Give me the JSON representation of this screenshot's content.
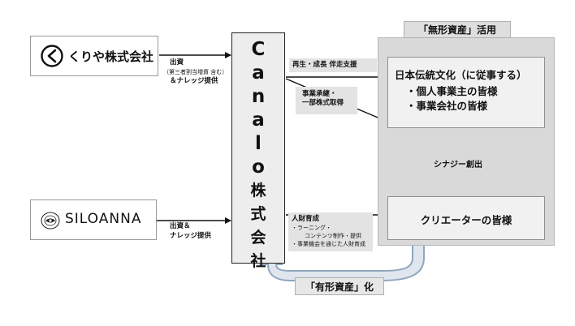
{
  "kuriya": {
    "name": "くりや株式会社"
  },
  "siloanna": {
    "name": "SILOANNA"
  },
  "canalo": {
    "chars": [
      "C",
      "a",
      "n",
      "a",
      "l",
      "o",
      "株",
      "式",
      "会",
      "社"
    ]
  },
  "left_labels": {
    "kuriya_l1": "出資",
    "kuriya_l2": "（第三者割当増資 含む）",
    "kuriya_l3": "＆ナレッジ提供",
    "siloanna_l1": "出資＆",
    "siloanna_l2": "ナレッジ提供"
  },
  "middle_labels": {
    "support": "再生・成長 伴走支援",
    "succession_l1": "事業承継・",
    "succession_l2": "一部株式取得",
    "talent_title": "人財育成",
    "talent_i1": "・ラーニング・",
    "talent_i2": "コンテンツ制作・提供",
    "talent_i3": "・事業機会を通じた人財育成"
  },
  "right_panel": {
    "intangible_tag": "「無形資産」活用",
    "culture_l1": "日本伝統文化（に従事する）",
    "culture_l2": "・個人事業主の皆様",
    "culture_l3": "・事業会社の皆様",
    "synergy": "シナジー創出",
    "creators": "クリエーターの皆様"
  },
  "bottom": {
    "tangible_tag": "「有形資産」化"
  },
  "colors": {
    "cycle_arrow": "#7f9cb8",
    "box_fill": "#ededed",
    "panel_fill": "#d9d9d9"
  }
}
